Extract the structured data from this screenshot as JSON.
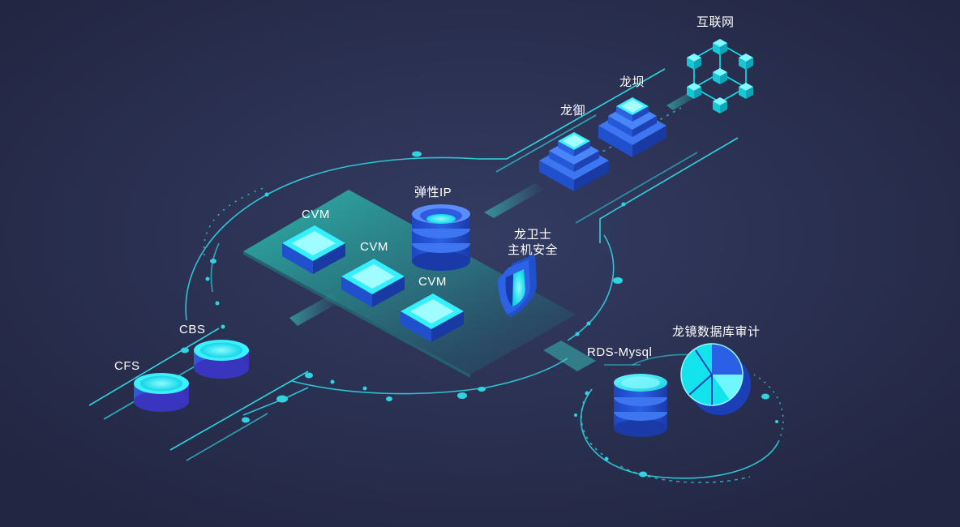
{
  "labels": {
    "internet": "互联网",
    "longba": "龙坝",
    "longyu": "龙御",
    "elastic_ip": "弹性IP",
    "cvm_1": "CVM",
    "cvm_2": "CVM",
    "cvm_3": "CVM",
    "host_security_line1": "龙卫士",
    "host_security_line2": "主机安全",
    "cbs": "CBS",
    "cfs": "CFS",
    "rds_mysql": "RDS-Mysql",
    "db_audit": "龙镜数据库审计"
  },
  "colors": {
    "background": "#252a48",
    "line": "#2fd4e0",
    "cyan": "#13e3ec",
    "blue_dark": "#1c3fb8",
    "blue_mid": "#2858e0",
    "blue_light": "#3b7cf5",
    "label": "#ffffff"
  }
}
